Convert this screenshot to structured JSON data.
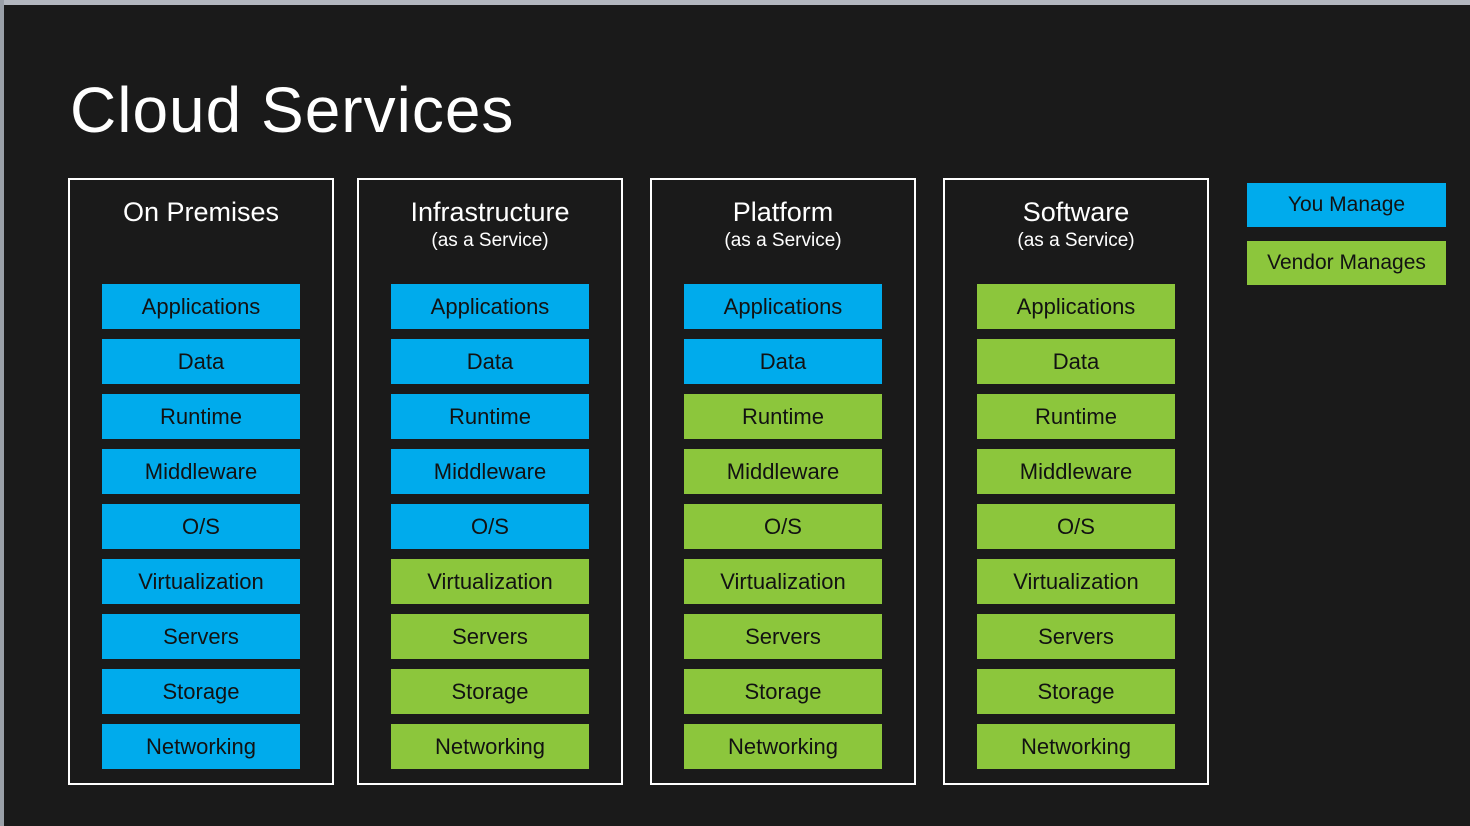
{
  "title": "Cloud Services",
  "colors": {
    "you_manage_blue": "#00abec",
    "vendor_manages_green": "#8cc63c",
    "background": "#1a1a1a",
    "box_text": "#121212",
    "column_border": "#ffffff"
  },
  "legend": {
    "items": [
      {
        "label": "You Manage",
        "managed_by": "you"
      },
      {
        "label": "Vendor Manages",
        "managed_by": "vendor"
      }
    ]
  },
  "columns": [
    {
      "id": "on-premises",
      "name": "On Premises",
      "subtitle": "",
      "layers": [
        {
          "label": "Applications",
          "managed_by": "you"
        },
        {
          "label": "Data",
          "managed_by": "you"
        },
        {
          "label": "Runtime",
          "managed_by": "you"
        },
        {
          "label": "Middleware",
          "managed_by": "you"
        },
        {
          "label": "O/S",
          "managed_by": "you"
        },
        {
          "label": "Virtualization",
          "managed_by": "you"
        },
        {
          "label": "Servers",
          "managed_by": "you"
        },
        {
          "label": "Storage",
          "managed_by": "you"
        },
        {
          "label": "Networking",
          "managed_by": "you"
        }
      ]
    },
    {
      "id": "infrastructure-as-a-service",
      "name": "Infrastructure",
      "subtitle": "(as a Service)",
      "layers": [
        {
          "label": "Applications",
          "managed_by": "you"
        },
        {
          "label": "Data",
          "managed_by": "you"
        },
        {
          "label": "Runtime",
          "managed_by": "you"
        },
        {
          "label": "Middleware",
          "managed_by": "you"
        },
        {
          "label": "O/S",
          "managed_by": "you"
        },
        {
          "label": "Virtualization",
          "managed_by": "vendor"
        },
        {
          "label": "Servers",
          "managed_by": "vendor"
        },
        {
          "label": "Storage",
          "managed_by": "vendor"
        },
        {
          "label": "Networking",
          "managed_by": "vendor"
        }
      ]
    },
    {
      "id": "platform-as-a-service",
      "name": "Platform",
      "subtitle": "(as a Service)",
      "layers": [
        {
          "label": "Applications",
          "managed_by": "you"
        },
        {
          "label": "Data",
          "managed_by": "you"
        },
        {
          "label": "Runtime",
          "managed_by": "vendor"
        },
        {
          "label": "Middleware",
          "managed_by": "vendor"
        },
        {
          "label": "O/S",
          "managed_by": "vendor"
        },
        {
          "label": "Virtualization",
          "managed_by": "vendor"
        },
        {
          "label": "Servers",
          "managed_by": "vendor"
        },
        {
          "label": "Storage",
          "managed_by": "vendor"
        },
        {
          "label": "Networking",
          "managed_by": "vendor"
        }
      ]
    },
    {
      "id": "software-as-a-service",
      "name": "Software",
      "subtitle": "(as a Service)",
      "layers": [
        {
          "label": "Applications",
          "managed_by": "vendor"
        },
        {
          "label": "Data",
          "managed_by": "vendor"
        },
        {
          "label": "Runtime",
          "managed_by": "vendor"
        },
        {
          "label": "Middleware",
          "managed_by": "vendor"
        },
        {
          "label": "O/S",
          "managed_by": "vendor"
        },
        {
          "label": "Virtualization",
          "managed_by": "vendor"
        },
        {
          "label": "Servers",
          "managed_by": "vendor"
        },
        {
          "label": "Storage",
          "managed_by": "vendor"
        },
        {
          "label": "Networking",
          "managed_by": "vendor"
        }
      ]
    }
  ]
}
